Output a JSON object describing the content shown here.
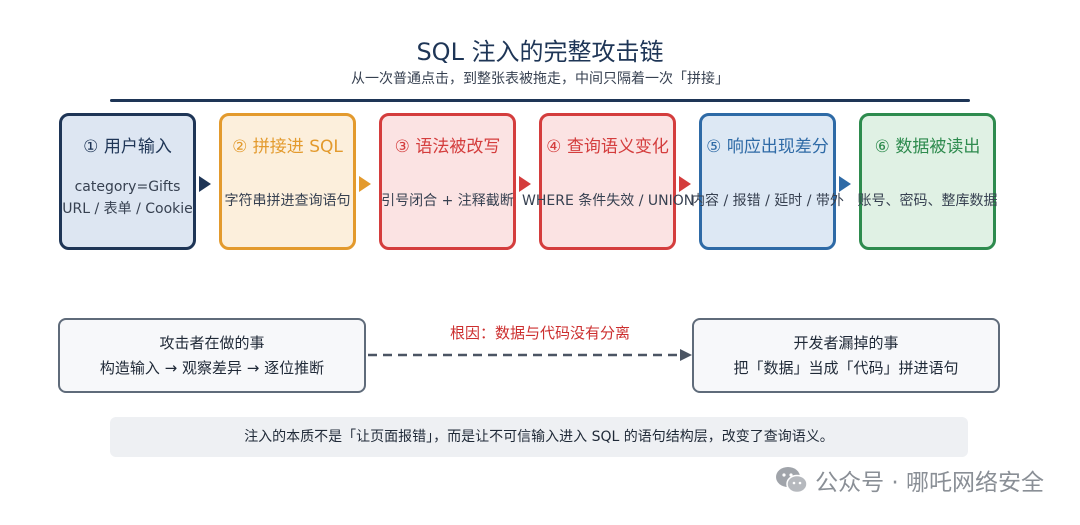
{
  "header": {
    "title": "SQL 注入的完整攻击链",
    "subtitle": "从一次普通点击，到整张表被拖走，中间只隔着一次「拼接」"
  },
  "steps": [
    {
      "title": "① 用户输入",
      "lines": [
        "category=Gifts",
        "URL / 表单 / Cookie"
      ],
      "color": "#1e3556",
      "fill": "#dde6f2"
    },
    {
      "title": "② 拼接进 SQL",
      "lines": [
        "字符串拼进查询语句"
      ],
      "color": "#e39a2d",
      "fill": "#fcefdc"
    },
    {
      "title": "③ 语法被改写",
      "lines": [
        "引号闭合 + 注释截断"
      ],
      "color": "#d43d3d",
      "fill": "#fbe3e3"
    },
    {
      "title": "④ 查询语义变化",
      "lines": [
        "WHERE 条件失效 / UNION 拼接"
      ],
      "color": "#d43d3d",
      "fill": "#fbe3e3"
    },
    {
      "title": "⑤ 响应出现差分",
      "lines": [
        "内容 / 报错 / 延时 / 带外"
      ],
      "color": "#2e6aa6",
      "fill": "#dde8f4"
    },
    {
      "title": "⑥ 数据被读出",
      "lines": [
        "账号、密码、整库数据"
      ],
      "color": "#2e8b4e",
      "fill": "#e0f1e4"
    }
  ],
  "attacker": {
    "title": "攻击者在做的事",
    "line": "构造输入 → 观察差异 → 逐位推断"
  },
  "developer": {
    "title": "开发者漏掉的事",
    "line": "把「数据」当成「代码」拼进语句"
  },
  "root_cause": "根因：数据与代码没有分离",
  "summary": "注入的本质不是「让页面报错」，而是让不可信输入进入 SQL 的语句结构层，改变了查询语义。",
  "watermark": {
    "icon": "wechat-icon",
    "text": "公众号 · 哪吒网络安全"
  }
}
